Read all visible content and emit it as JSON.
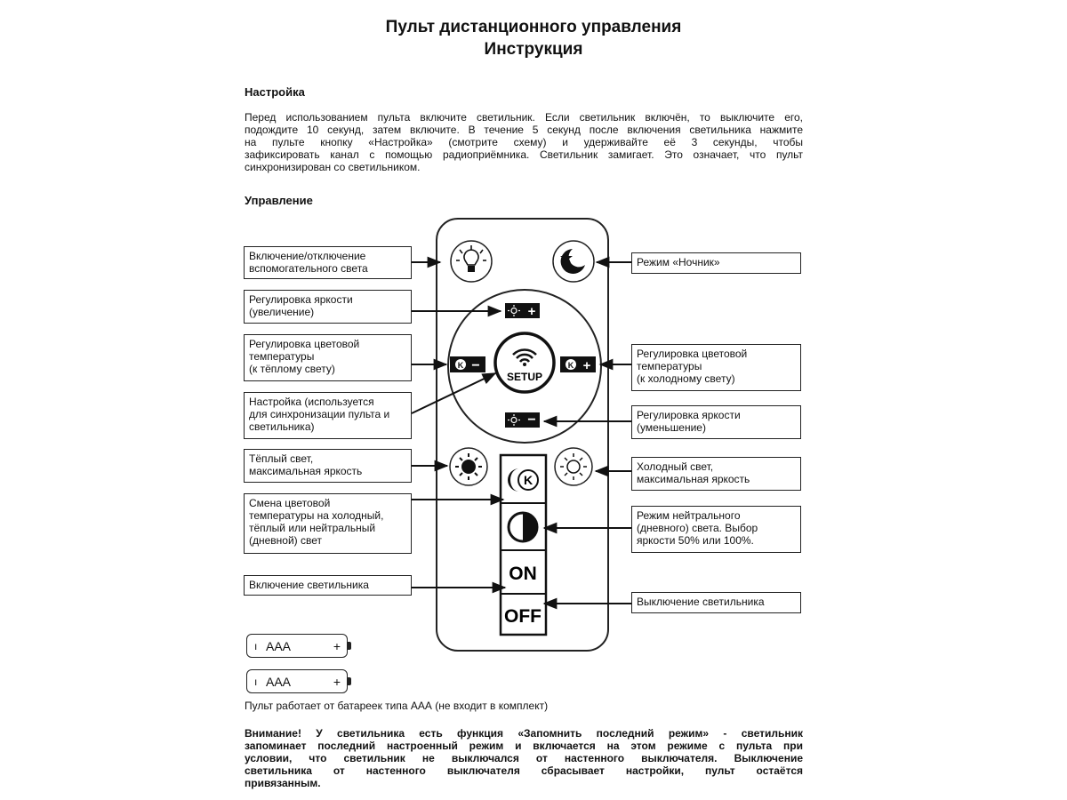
{
  "title": {
    "line1": "Пульт дистанционного управления",
    "line2": "Инструкция"
  },
  "setup_section": {
    "heading": "Настройка",
    "lines": [
      "Перед использованием пульта включите светильник. Если светильник включён, то выключите его,",
      "подождите 10 секунд, затем включите. В течение 5 секунд после включения светильника нажмите",
      "на пульте кнопку «Настройка» (смотрите схему) и удерживайте её 3 секунды, чтобы",
      "зафиксировать канал с помощью радиоприёмника. Светильник замигает. Это означает, что пульт",
      "синхронизирован со светильником."
    ]
  },
  "control_section": {
    "heading": "Управление"
  },
  "left_labels": [
    {
      "id": "aux",
      "lines": [
        "Включение/отключение",
        "вспомогательного света"
      ]
    },
    {
      "id": "bright-up",
      "lines": [
        "Регулировка яркости",
        "(увеличение)"
      ]
    },
    {
      "id": "temp-warm",
      "lines": [
        "Регулировка цветовой",
        "температуры",
        "(к тёплому свету)"
      ]
    },
    {
      "id": "setup",
      "lines": [
        "Настройка (используется",
        "для синхронизации пульта и",
        "светильника)"
      ]
    },
    {
      "id": "warm-max",
      "lines": [
        "Тёплый свет,",
        "максимальная яркость"
      ]
    },
    {
      "id": "cct",
      "lines": [
        "Смена цветовой",
        "температуры на холодный,",
        "тёплый или нейтральный",
        "(дневной) свет"
      ]
    },
    {
      "id": "on",
      "lines": [
        "Включение светильника"
      ]
    }
  ],
  "right_labels": [
    {
      "id": "night",
      "lines": [
        "Режим «Ночник»"
      ]
    },
    {
      "id": "temp-cold",
      "lines": [
        "Регулировка цветовой",
        "температуры",
        "(к холодному свету)"
      ]
    },
    {
      "id": "bright-down",
      "lines": [
        "Регулировка яркости",
        "(уменьшение)"
      ]
    },
    {
      "id": "cold-max",
      "lines": [
        "Холодный свет,",
        "максимальная яркость"
      ]
    },
    {
      "id": "neutral",
      "lines": [
        "Режим нейтрального",
        "(дневного) света. Выбор",
        "яркости 50% или 100%."
      ]
    },
    {
      "id": "off",
      "lines": [
        "Выключение светильника"
      ]
    }
  ],
  "remote": {
    "setup_label": "SETUP",
    "k_label": "K",
    "on_label": "ON",
    "off_label": "OFF",
    "plus": "+",
    "minus": "−"
  },
  "batteries": [
    {
      "minus": "ı",
      "label": "AAA",
      "plus": "+"
    },
    {
      "minus": "ı",
      "label": "AAA",
      "plus": "+"
    }
  ],
  "battery_note": "Пульт работает от батареек типа ААА (не входит в комплект)",
  "warning_lines": [
    "Внимание! У светильника есть функция «Запомнить последний режим» - светильник",
    "запоминает последний настроенный режим и включается на этом режиме с пульта при",
    "условии, что светильник не выключался от настенного выключателя. Выключение",
    "светильника от настенного выключателя сбрасывает настройки, пульт остаётся",
    "привязанным."
  ]
}
